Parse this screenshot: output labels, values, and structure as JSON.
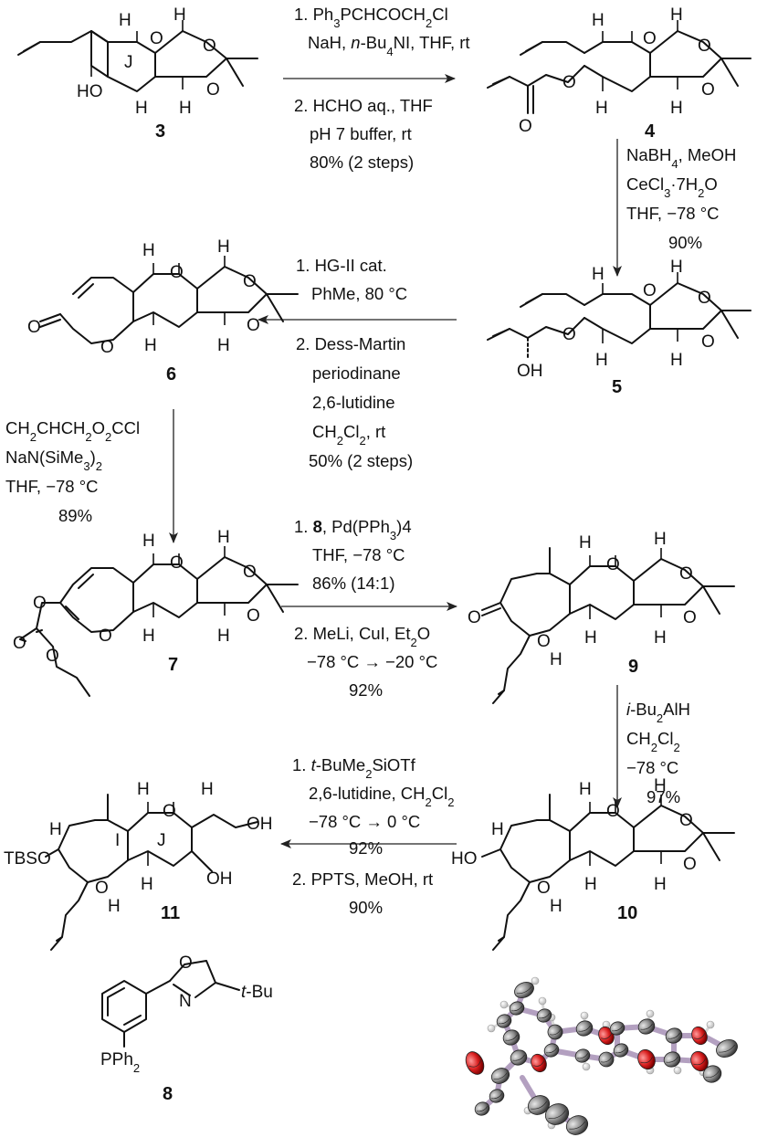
{
  "compounds": {
    "c3": "3",
    "c4": "4",
    "c5": "5",
    "c6": "6",
    "c7": "7",
    "c8": "8",
    "c9": "9",
    "c10": "10",
    "c11": "11"
  },
  "ring_labels": {
    "J": "J",
    "I": "I"
  },
  "atoms": {
    "O": "O",
    "H": "H",
    "HO": "HO",
    "OH": "OH",
    "TBSO": "TBSO",
    "N": "N",
    "PPh2": "PPh2",
    "tBu": "t-Bu"
  },
  "step1": {
    "line1": "1. Ph3PCHCOCH2Cl",
    "line2": "NaH, n-Bu4NI, THF, rt",
    "line3": "2. HCHO aq., THF",
    "line4": "pH 7 buffer, rt",
    "line5": "80% (2 steps)"
  },
  "step2": {
    "line1": "NaBH4, MeOH",
    "line2": "CeCl3·7H2O",
    "line3": "THF, −78 °C",
    "line4": "90%"
  },
  "step3": {
    "line1": "1. HG-II cat.",
    "line2": "PhMe, 80 °C",
    "line3": "2. Dess-Martin",
    "line4": "periodinane",
    "line5": "2,6-lutidine",
    "line6": "CH2Cl2, rt",
    "line7": "50% (2 steps)"
  },
  "step4": {
    "line1": "CH2CHCH2O2CCl",
    "line2": "NaN(SiMe3)2",
    "line3": "THF, −78 °C",
    "line4": "89%"
  },
  "step5": {
    "line1": "1. 8, Pd(PPh3)4",
    "line2": "THF, −78 °C",
    "line3": "86% (14:1)",
    "line4": "2. MeLi, CuI, Et2O",
    "line5": "−78 °C → −20 °C",
    "line6": "92%"
  },
  "step6": {
    "line1": "i-Bu2AlH",
    "line2": "CH2Cl2",
    "line3": "−78 °C",
    "line4": "97%"
  },
  "step7": {
    "line1": "1. t-BuMe2SiOTf",
    "line2": "2,6-lutidine, CH2Cl2",
    "line3": "−78 °C → 0 °C",
    "line4": "92%",
    "line5": "2. PPTS, MeOH, rt",
    "line6": "90%"
  },
  "colors": {
    "oxygen": "#d81e1e",
    "carbon": "#8a8a8a",
    "hydrogen": "#d8d8d8",
    "bond": "#b3a0c0"
  }
}
